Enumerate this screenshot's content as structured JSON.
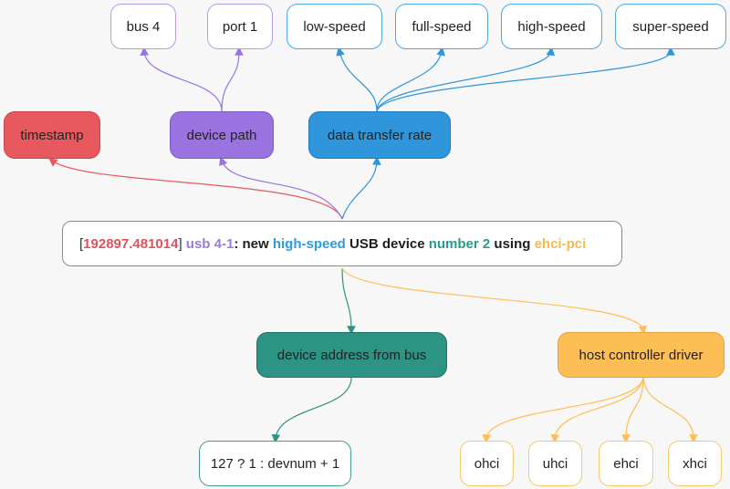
{
  "colors": {
    "timestamp": "#e8585f",
    "device_path": "#9a73e0",
    "transfer_rate": "#2f96db",
    "device_address": "#2c9385",
    "host_driver": "#fdbe55"
  },
  "log_line": {
    "open_bracket": "[",
    "timestamp": "192897.481014",
    "close_bracket": "]",
    "device_path": "usb 4-1",
    "text_1": ": new ",
    "speed": "high-speed",
    "text_2": " USB device ",
    "device_number": "number 2",
    "text_3": " using ",
    "driver": "ehci-pci"
  },
  "categories": {
    "timestamp": "timestamp",
    "device_path": "device path",
    "data_transfer_rate": "data transfer rate",
    "device_address": "device address from bus",
    "host_driver": "host controller driver"
  },
  "path_parts": [
    "bus 4",
    "port 1"
  ],
  "speeds": [
    "low-speed",
    "full-speed",
    "high-speed",
    "super-speed"
  ],
  "address_formula": "127 ? 1 : devnum + 1",
  "drivers": [
    "ohci",
    "uhci",
    "ehci",
    "xhci"
  ]
}
